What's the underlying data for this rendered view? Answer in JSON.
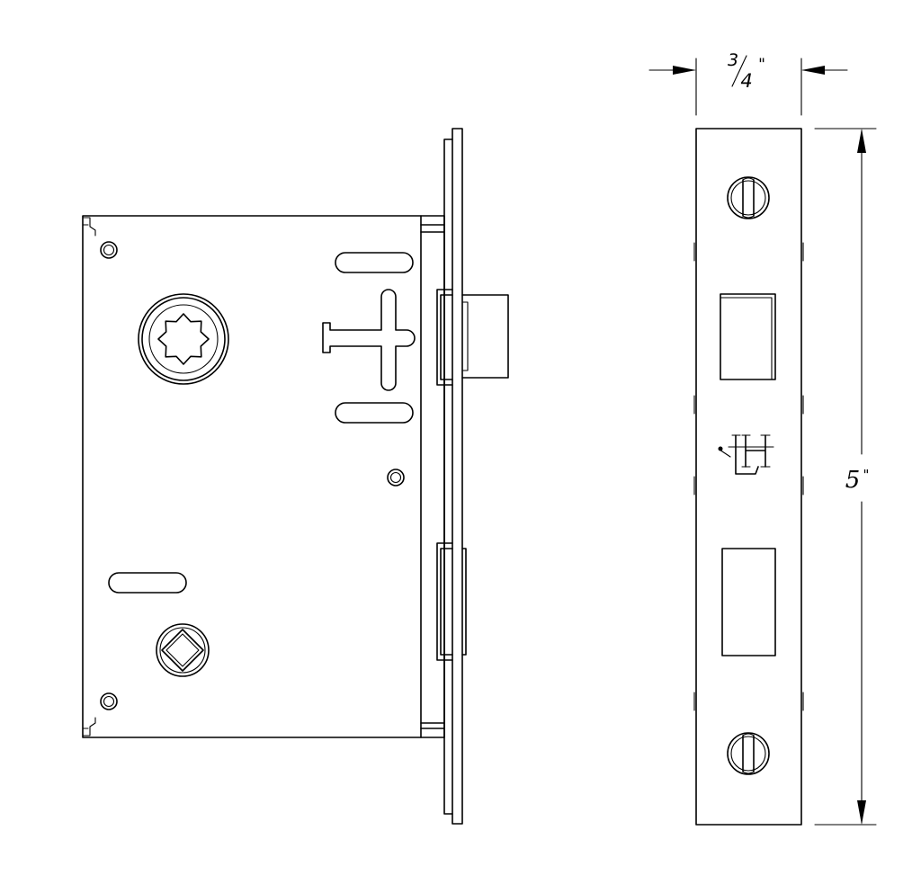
{
  "dimensions": {
    "width": {
      "numerator": "3",
      "denominator": "4",
      "unit_mark": "\""
    },
    "height": {
      "value": "5",
      "unit_mark": "\""
    }
  },
  "logo": {
    "monogram": "LH"
  },
  "colors": {
    "line": "#000000",
    "background": "#ffffff"
  }
}
